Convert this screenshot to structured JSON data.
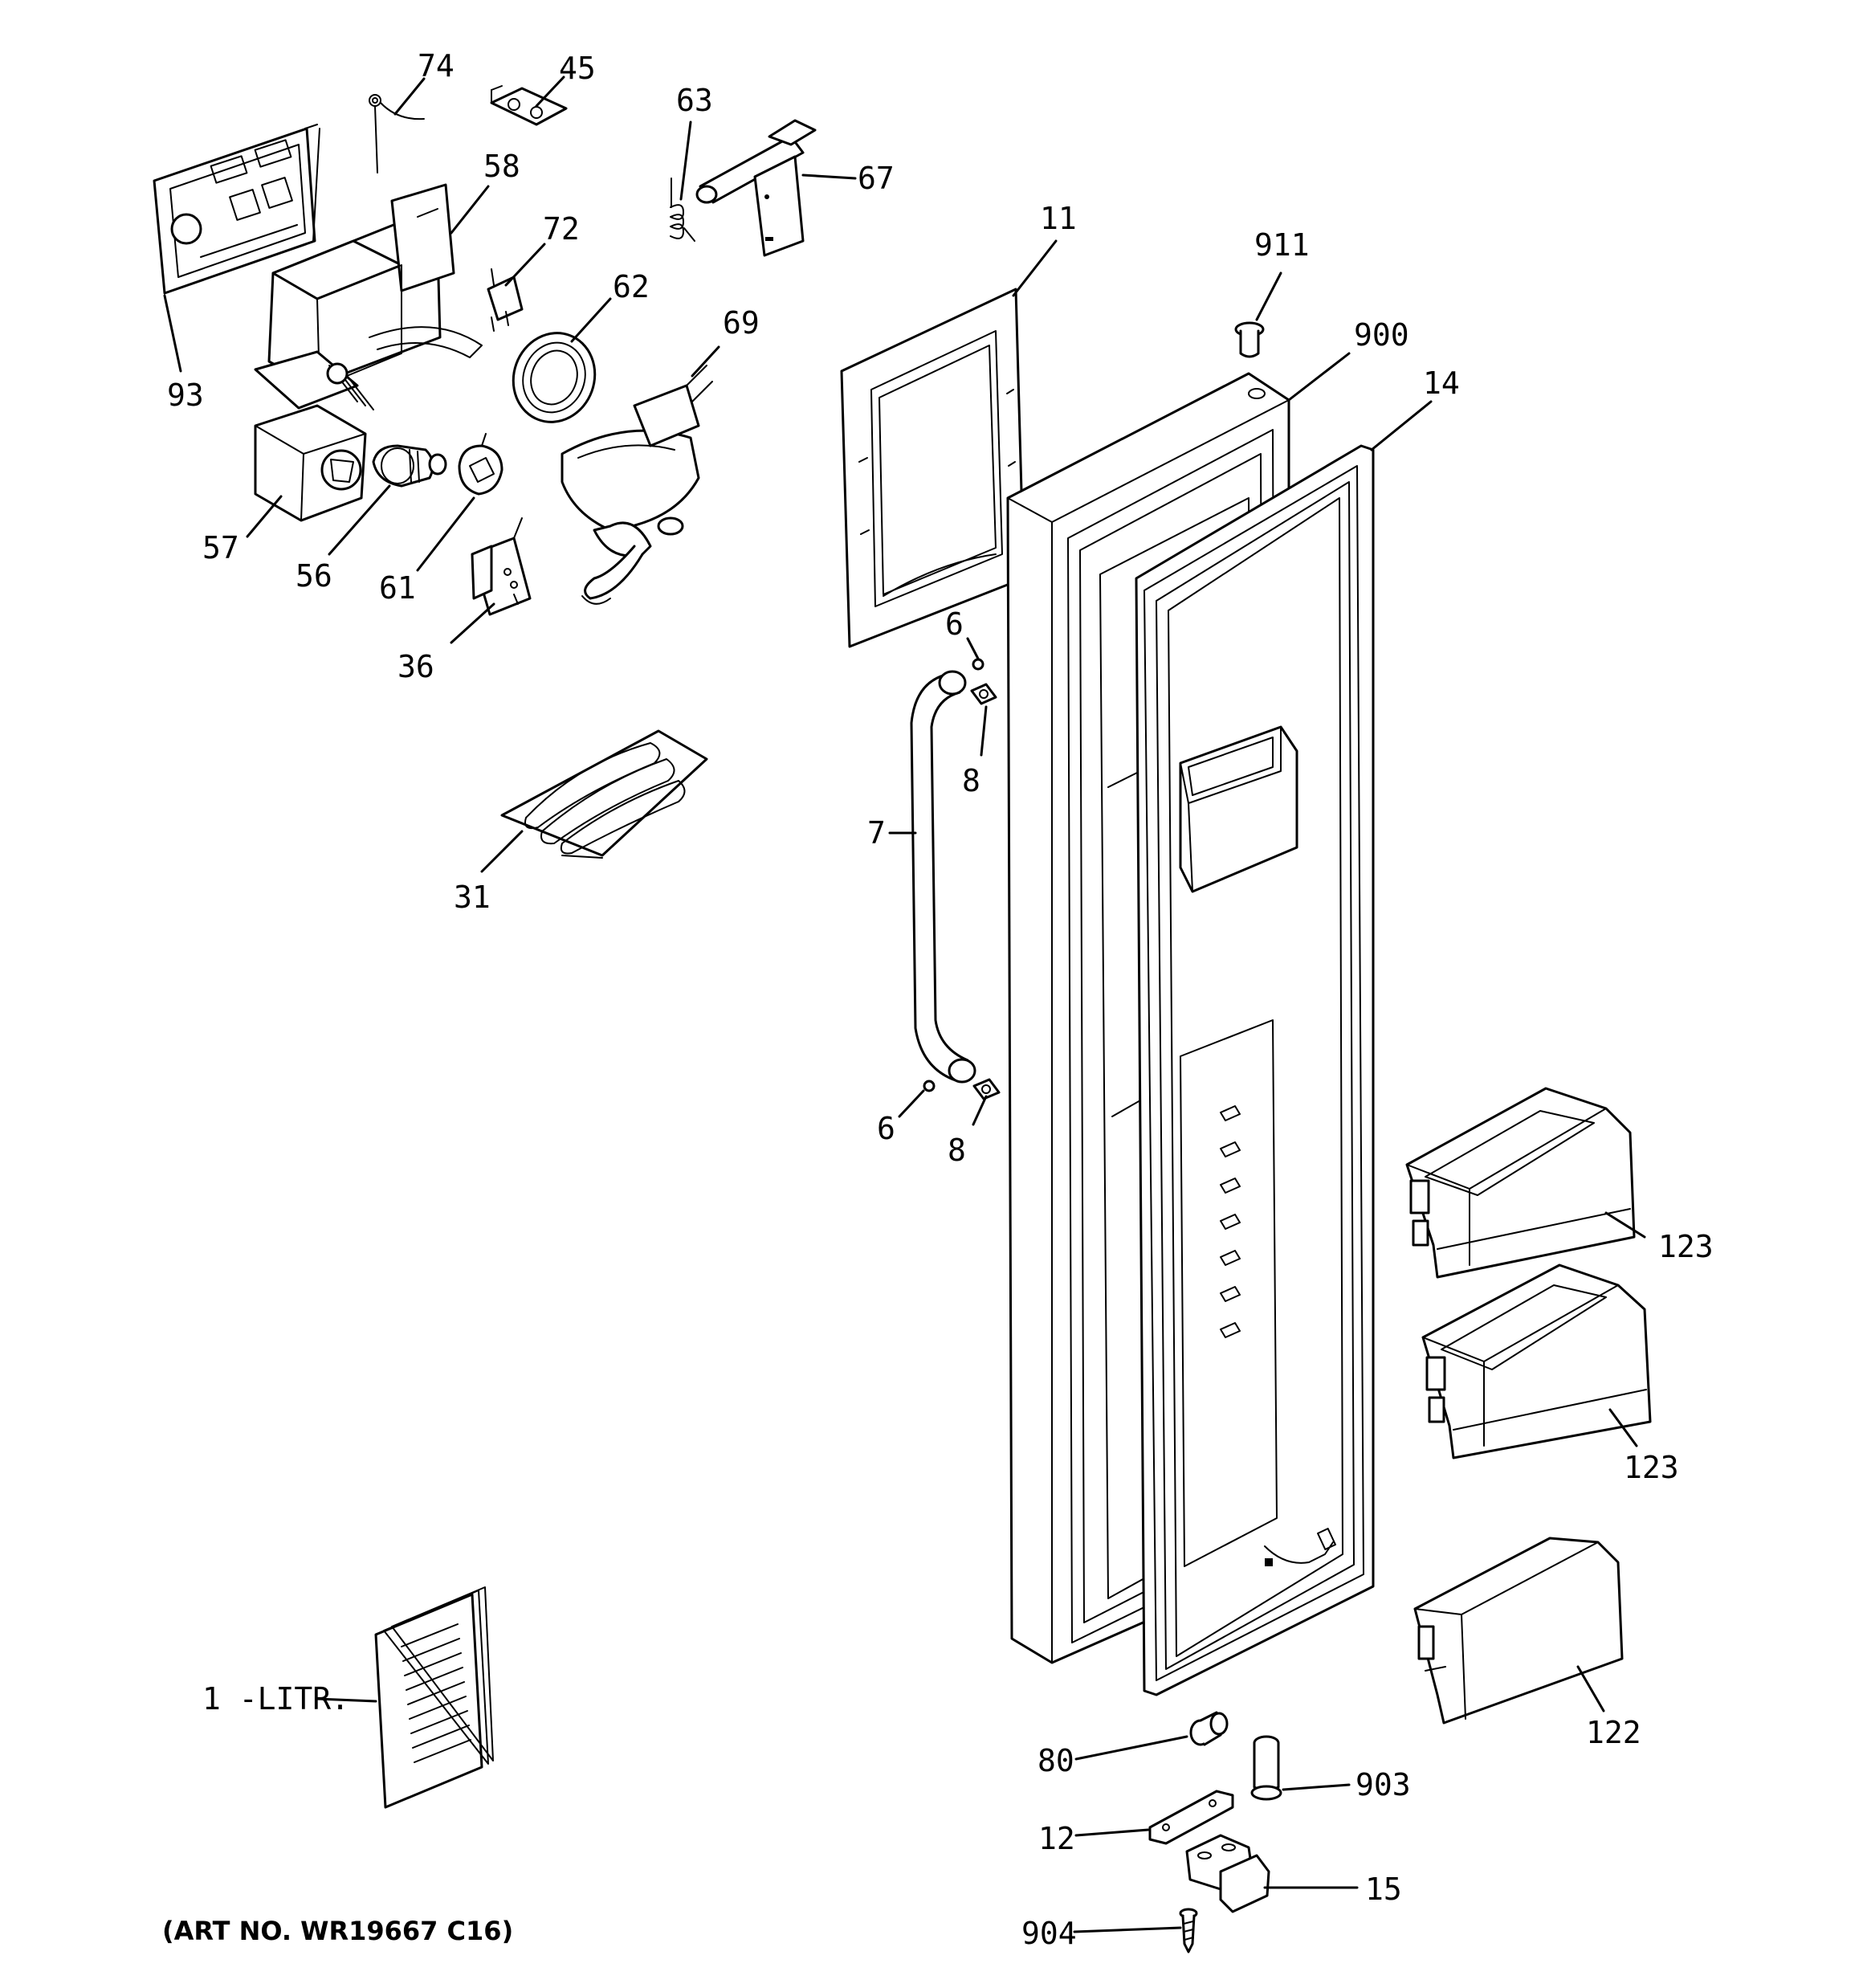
{
  "art_number": "(ART NO. WR19667 C16)",
  "callouts": {
    "c74": "74",
    "c45": "45",
    "c63": "63",
    "c67": "67",
    "c58": "58",
    "c72": "72",
    "c62": "62",
    "c69": "69",
    "c93": "93",
    "c57": "57",
    "c56": "56",
    "c61": "61",
    "c36": "36",
    "c31": "31",
    "c11": "11",
    "c911": "911",
    "c900": "900",
    "c14": "14",
    "c6a": "6",
    "c8a": "8",
    "c7": "7",
    "c6b": "6",
    "c8b": "8",
    "c123a": "123",
    "c123b": "123",
    "c122": "122",
    "c1": "1 -LITR.",
    "c80": "80",
    "c903": "903",
    "c12": "12",
    "c15": "15",
    "c904": "904"
  }
}
